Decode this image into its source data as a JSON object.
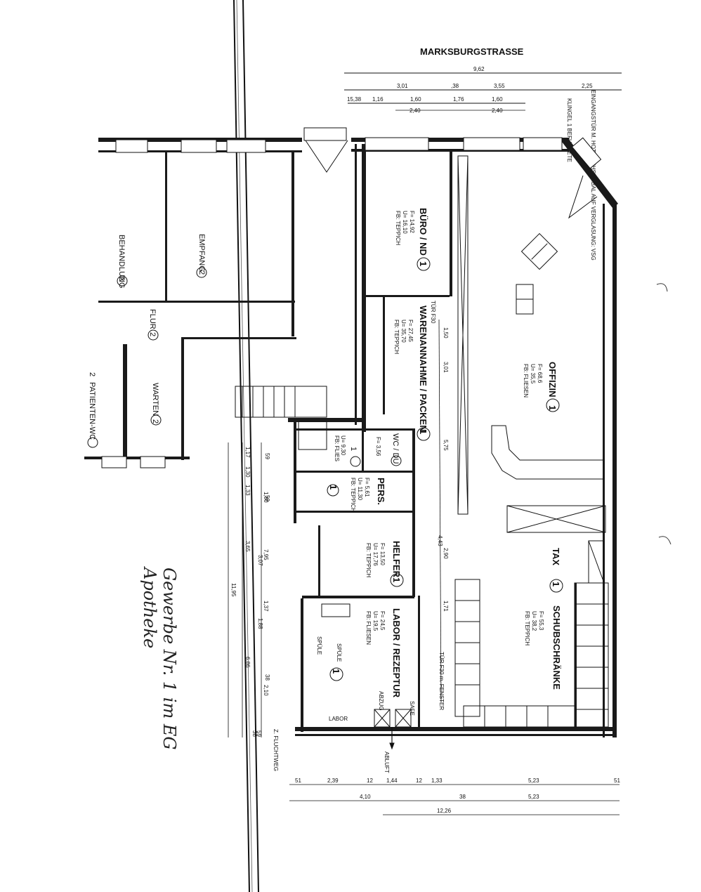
{
  "street_label": "MARKSBURGSTRASSE",
  "top_dims": {
    "row1": [
      "9,62"
    ],
    "row2": [
      "3,01",
      ",38",
      "3,55",
      "2,25"
    ],
    "row3": [
      "15,38",
      "1,16",
      "1,60",
      "1,76",
      "1,60"
    ],
    "row4": [
      "2,40",
      "2,40"
    ]
  },
  "corner_notes": {
    "bell": "KLINGEL 1 BEFUNDETE",
    "entrance": "EINGANGSTÜR M. HOT DACHSYMBAL AUF VERGLASUNG: VSG"
  },
  "rooms": {
    "behandlung": {
      "name": "BEHANDLUNG",
      "num": "2"
    },
    "empfang": {
      "name": "EMPFANG",
      "num": "2"
    },
    "flur": {
      "name": "FLUR",
      "num": "2"
    },
    "warten": {
      "name": "WARTEN",
      "num": "2"
    },
    "patienten_wc": {
      "name": "PATIENTEN-WC",
      "num": "2"
    },
    "buero": {
      "name": "BÜRO / ND",
      "num": "1",
      "specs": [
        "F= 14,92",
        "U= 16,10",
        "FB: TEPPICH"
      ]
    },
    "warenannahme": {
      "name": "WARENANNAHME / PACKEN",
      "num": "1",
      "specs": [
        "F= 27,45",
        "U= 35,70",
        "FB: TEPPICH"
      ]
    },
    "offizin": {
      "name": "OFFIZIN",
      "num": "1",
      "specs": [
        "F= 68,6",
        "U= 35,5",
        "FB: FLIESEN"
      ]
    },
    "wc_du": {
      "name": "WC / DU",
      "num": "1",
      "specs": [
        "F= 3,56"
      ]
    },
    "pers": {
      "name": "PERS.",
      "num": "1",
      "specs": [
        "F= 5,61",
        "U= 11,30",
        "FB: TEPPICH"
      ]
    },
    "flur2": {
      "num": "1",
      "specs": [
        "U= 9,30",
        "FB: FLIES"
      ]
    },
    "helfer": {
      "name": "HELFER",
      "num": "1",
      "specs": [
        "F= 13,50",
        "U= 17,76",
        "FB: TEPPICH"
      ]
    },
    "labor": {
      "name": "LABOR / REZEPTUR",
      "num": "1",
      "specs": [
        "F= 24,5",
        "U= 19,5",
        "FB: FLIESEN"
      ]
    },
    "tax": {
      "name": "TAX",
      "num": "1"
    },
    "schubschraenke": {
      "name": "SCHUBSCHRÄNKE",
      "specs": [
        "F= 55,3",
        "U= 38,2",
        "FB: TEPPICH"
      ]
    }
  },
  "small_labels": {
    "spuele1": "SPÜLE",
    "spuele2": "SPÜLE",
    "abzug": "ABZUG",
    "labor_small": "LABOR",
    "abluft": "ABLUFT",
    "tuer": "TÜR F30 m. FENSTER",
    "fluchtweg": "Z. FLUCHTWEG",
    "safe": "SAFE",
    "tuer_small": "TÜR F30"
  },
  "left_dims": [
    "59",
    "1,17",
    "1,30",
    "3,65",
    "1,80",
    "7,95",
    "3,07",
    "1,88",
    "1,37",
    "2,10",
    "1,33",
    "11,95",
    "6,86",
    "59",
    "38",
    "59",
    "38"
  ],
  "mid_dims": [
    "1,50",
    "3,01",
    "5,75",
    "2,90",
    "1,71",
    "4,43"
  ],
  "bottom_dims": {
    "row1": [
      "51",
      "2,39",
      "12",
      "1,44",
      "12",
      "1,33",
      "5,23",
      "51"
    ],
    "row2": [
      "4,10",
      "38",
      "5,23"
    ],
    "row3": [
      "12,26"
    ]
  },
  "handwritten": [
    "Gewerbe Nr. 1 im EG",
    "Apotheke"
  ]
}
